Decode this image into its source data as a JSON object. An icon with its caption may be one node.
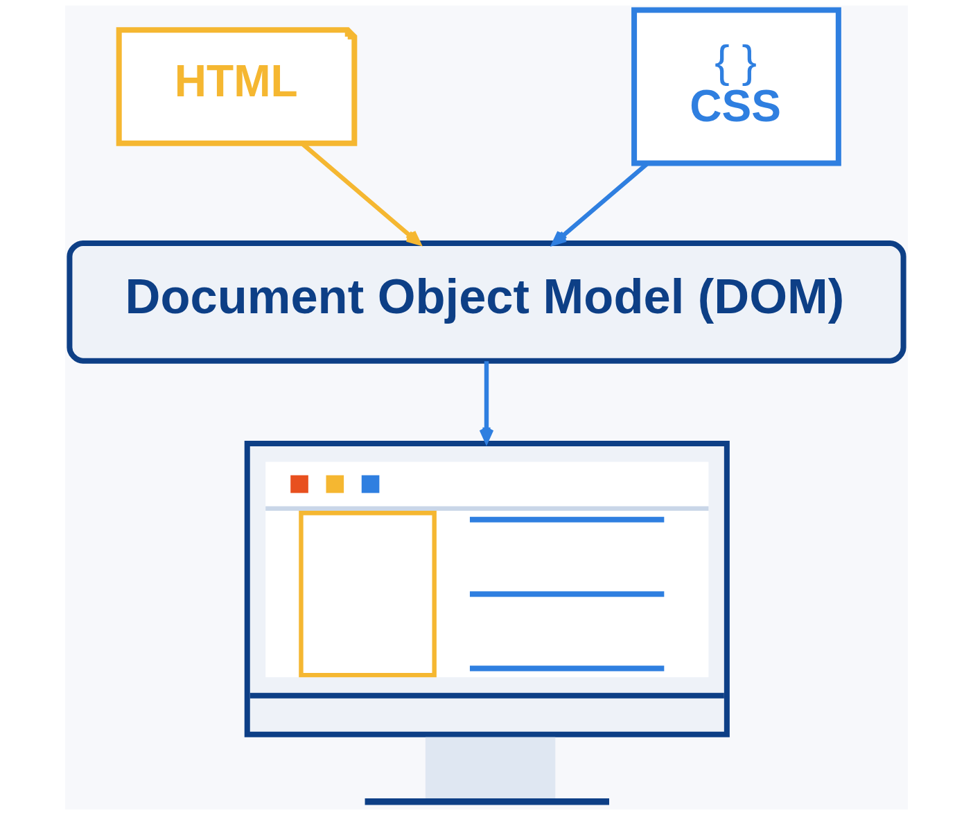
{
  "diagram": {
    "nodes": [
      {
        "text": [
          "HTML"
        ]
      },
      {
        "text": [
          "{ }",
          "CSS"
        ]
      },
      {
        "text": [
          "Document Object Model (DOM)"
        ]
      },
      {
        "text": [],
        "shape": "picture"
      }
    ],
    "edges": [
      {
        "from": 0,
        "to": 2,
        "arrow": "to",
        "color": "#f5b731"
      },
      {
        "from": 1,
        "to": 2,
        "arrow": "to"
      },
      {
        "from": 2,
        "to": 3,
        "arrow": "to"
      }
    ]
  }
}
